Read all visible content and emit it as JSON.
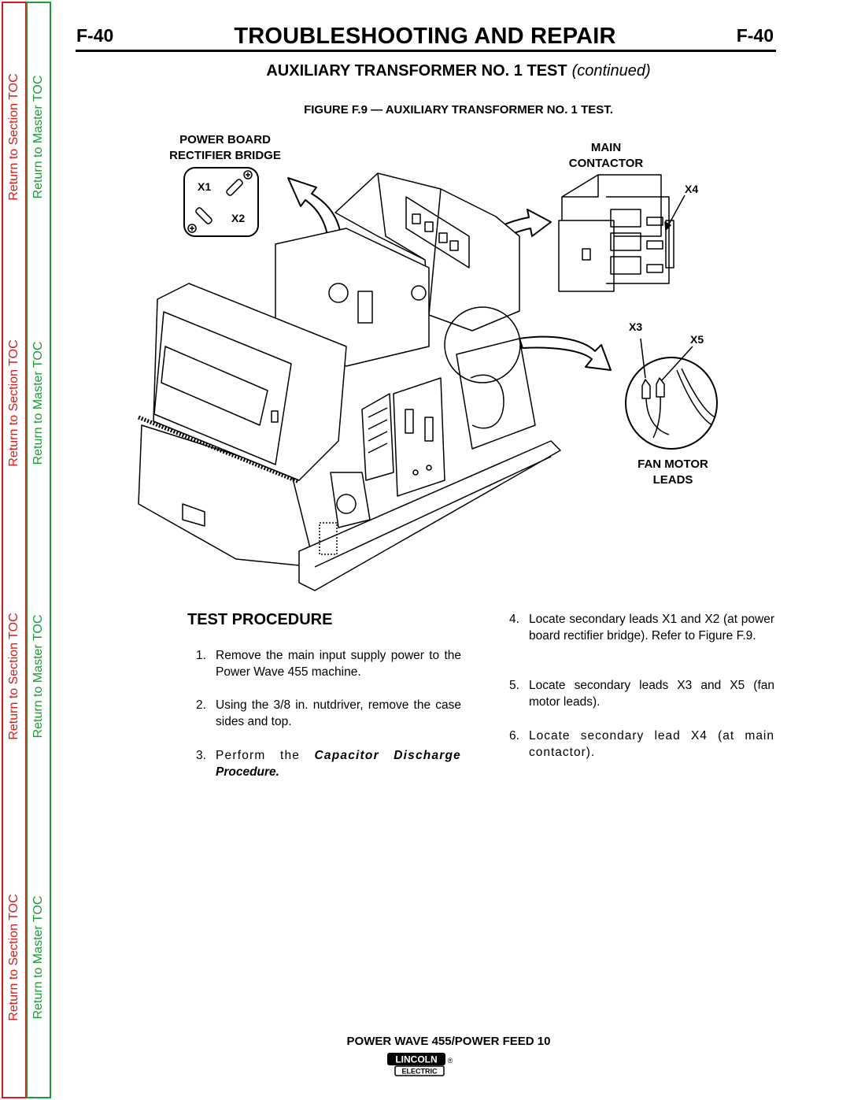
{
  "toc": {
    "section_label": "Return to Section TOC",
    "master_label": "Return to Master TOC"
  },
  "header": {
    "page_number_left": "F-40",
    "page_number_right": "F-40",
    "title": "TROUBLESHOOTING AND REPAIR"
  },
  "subtitle": {
    "main": "AUXILIARY TRANSFORMER NO. 1 TEST",
    "suffix": "(continued)"
  },
  "figure": {
    "caption": "FIGURE F.9 — AUXILIARY TRANSFORMER NO. 1 TEST.",
    "callouts": {
      "power_board_line1": "POWER BOARD",
      "power_board_line2": "RECTIFIER BRIDGE",
      "main_contactor_line1": "MAIN",
      "main_contactor_line2": "CONTACTOR",
      "fan_motor_line1": "FAN MOTOR",
      "fan_motor_line2": "LEADS"
    },
    "leads": {
      "x1": "X1",
      "x2": "X2",
      "x3": "X3",
      "x4": "X4",
      "x5": "X5"
    }
  },
  "procedure": {
    "heading": "TEST PROCEDURE",
    "steps": [
      {
        "num": "1.",
        "text": "Remove the main input supply power to the Power Wave 455 machine."
      },
      {
        "num": "2.",
        "text": "Using the 3/8 in. nutdriver, remove the case sides and top."
      },
      {
        "num": "3.",
        "text_prefix": "Perform the ",
        "emphasis_1": "Capacitor Discharge",
        "emphasis_2": "Procedure."
      },
      {
        "num": "4.",
        "text": "Locate secondary leads X1 and X2 (at power board rectifier bridge). Refer to Figure F.9."
      },
      {
        "num": "5.",
        "text": "Locate secondary leads X3 and X5 (fan motor leads)."
      },
      {
        "num": "6.",
        "text": "Locate secondary lead X4 (at main contactor)."
      }
    ]
  },
  "footer": {
    "product": "POWER WAVE 455/POWER FEED 10",
    "logo_top": "LINCOLN",
    "logo_registered": "®",
    "logo_bottom": "ELECTRIC"
  }
}
